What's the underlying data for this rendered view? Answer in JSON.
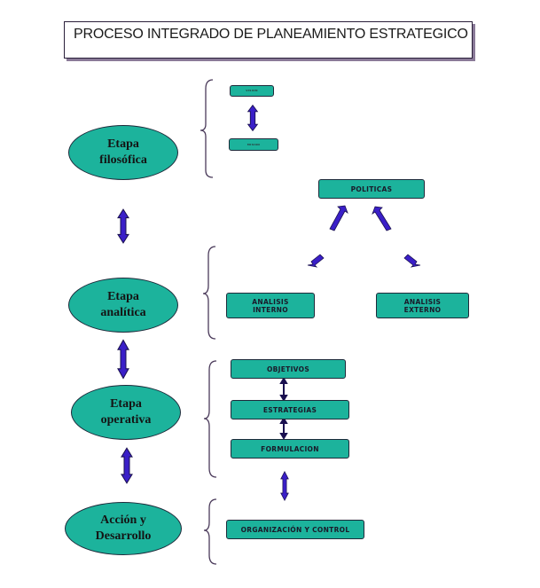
{
  "title": "PROCESO INTEGRADO DE PLANEAMIENTO ESTRATEGICO",
  "colors": {
    "node_fill": "#1cb39c",
    "node_border": "#1e2a3a",
    "arrow_fill": "#3a1fc8",
    "bracket": "#4a3a5a"
  },
  "stages": [
    {
      "line1": "Etapa",
      "line2": "filosófica"
    },
    {
      "line1": "Etapa",
      "line2": "analítica"
    },
    {
      "line1": "Etapa",
      "line2": "operativa"
    },
    {
      "line1": "Acción y",
      "line2": "Desarrollo"
    }
  ],
  "philosophical": {
    "box_top": "VISION",
    "box_bottom": "MISION"
  },
  "analytical": {
    "policies": "POLITICAS",
    "internal_line1": "ANALISIS",
    "internal_line2": "INTERNO",
    "external_line1": "ANALISIS",
    "external_line2": "EXTERNO"
  },
  "operative": {
    "objectives": "OBJETIVOS",
    "strategies": "ESTRATEGIAS",
    "formulation": "FORMULACION"
  },
  "action": {
    "organization": "ORGANIZACIÓN Y CONTROL"
  }
}
